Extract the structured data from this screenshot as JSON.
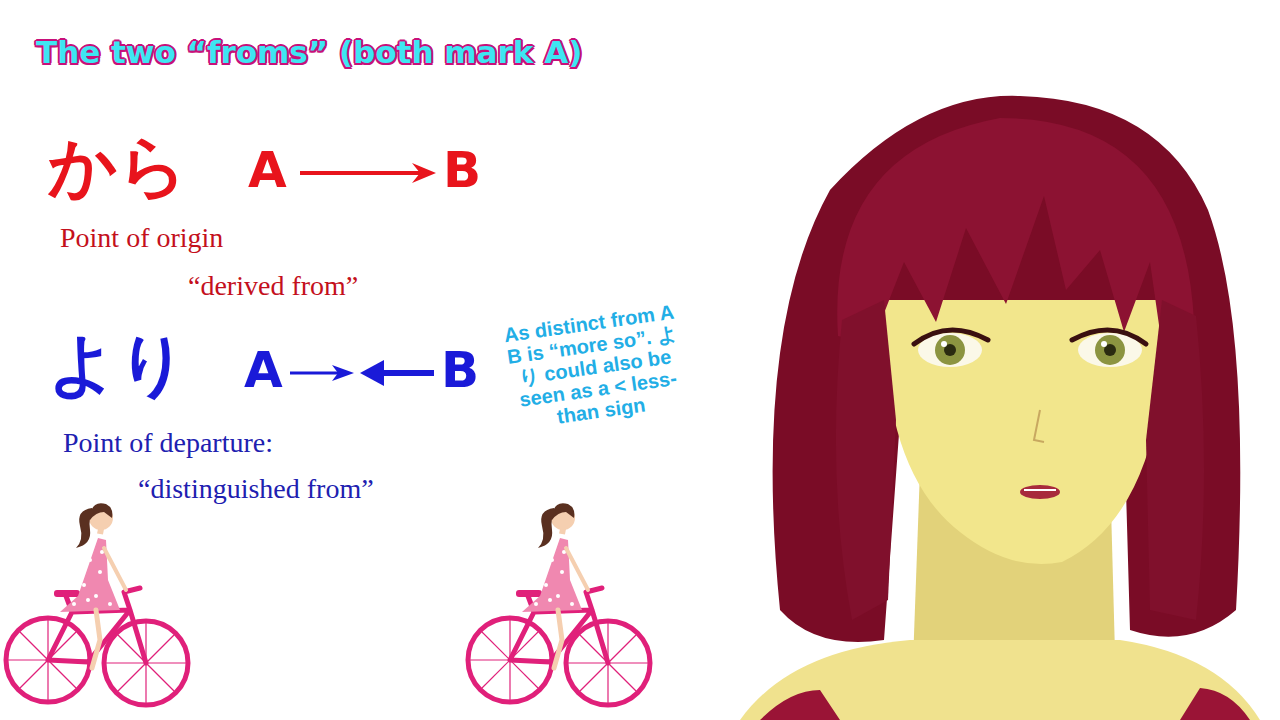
{
  "diagram": {
    "title": "The two “froms” (both mark A)",
    "labels": [
      "から",
      "A",
      "B",
      "Point of origin",
      "“derived from”",
      "より",
      "A",
      "B",
      "Point of departure:",
      "“distinguished from”",
      "As distinct from A B is “more so”. より could also be seen as a < less-than sign"
    ]
  }
}
